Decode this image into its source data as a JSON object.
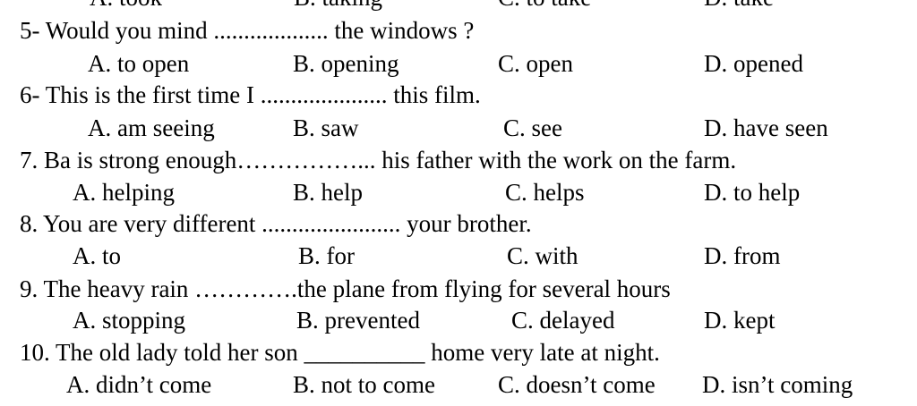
{
  "top_row": {
    "a": "A. took",
    "b": "B. taking",
    "c": "C. to take",
    "d": "D. take"
  },
  "questions": [
    {
      "stem": "5- Would you mind ................... the windows ?",
      "options": [
        "A. to open",
        "B. opening",
        "C. open",
        "D. opened"
      ]
    },
    {
      "stem": "6- This is the first time I ..................... this film.",
      "options": [
        "A. am seeing",
        "B. saw",
        "C. see",
        "D. have seen"
      ]
    },
    {
      "stem": "7. Ba is strong enough……………... his father with the work on the farm.",
      "options": [
        "A. helping",
        "B. help",
        "C. helps",
        "D. to help"
      ]
    },
    {
      "stem": "8. You are very different ....................... your brother.",
      "options": [
        "A. to",
        "B. for",
        "C. with",
        "D. from"
      ]
    },
    {
      "stem": "9. The heavy rain ………….the plane from flying for several hours",
      "options": [
        "A. stopping",
        "B. prevented",
        "C. delayed",
        "D. kept"
      ]
    },
    {
      "stem": "10. The old lady told her son __________ home very late at night.",
      "options": [
        "A. didn’t come",
        "B. not to come",
        "C. doesn’t come",
        "D. isn’t coming"
      ]
    }
  ]
}
